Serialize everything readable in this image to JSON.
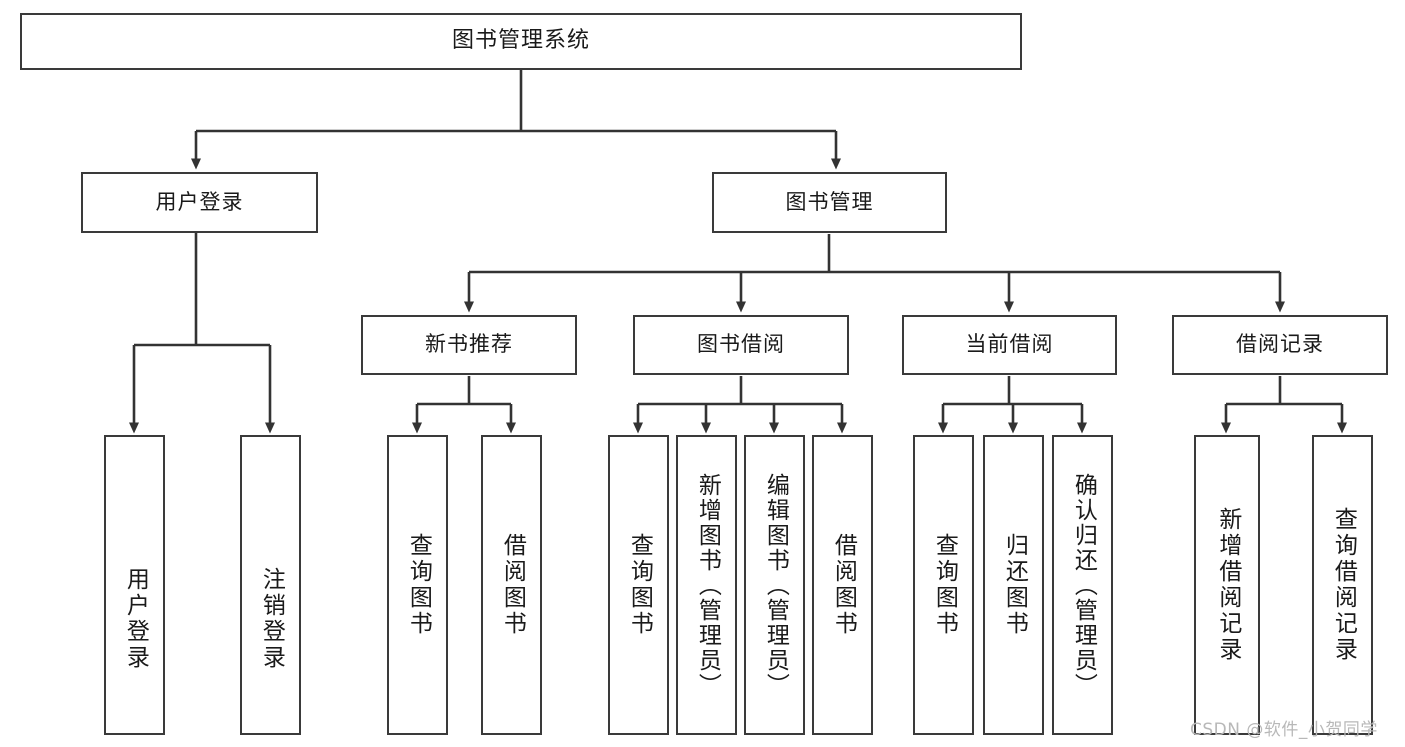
{
  "diagram": {
    "title": "图书管理系统",
    "type": "functional-structure-tree",
    "root": {
      "label": "图书管理系统"
    },
    "level1": [
      {
        "label": "用户登录"
      },
      {
        "label": "图书管理"
      }
    ],
    "level2": [
      {
        "label": "新书推荐"
      },
      {
        "label": "图书借阅"
      },
      {
        "label": "当前借阅"
      },
      {
        "label": "借阅记录"
      }
    ],
    "leaves": {
      "user_login": [
        {
          "label": "用户登录"
        },
        {
          "label": "注销登录"
        }
      ],
      "new_book_recommend": [
        {
          "label": "查询图书"
        },
        {
          "label": "借阅图书"
        }
      ],
      "book_borrow": [
        {
          "label": "查询图书"
        },
        {
          "label": "新增图书（管理员）"
        },
        {
          "label": "编辑图书（管理员）"
        },
        {
          "label": "借阅图书"
        }
      ],
      "current_borrow": [
        {
          "label": "查询图书"
        },
        {
          "label": "归还图书"
        },
        {
          "label": "确认归还（管理员）"
        }
      ],
      "borrow_record": [
        {
          "label": "新增借阅记录"
        },
        {
          "label": "查询借阅记录"
        }
      ]
    }
  },
  "watermark": {
    "text": "CSDN @软件_小贺同学"
  },
  "colors": {
    "background": "#ffffff",
    "box_border": "#3a3a3a",
    "box_fill": "#ffffff",
    "text": "#1a1a1a",
    "connector": "#333333",
    "watermark": "#b8b8b8"
  }
}
